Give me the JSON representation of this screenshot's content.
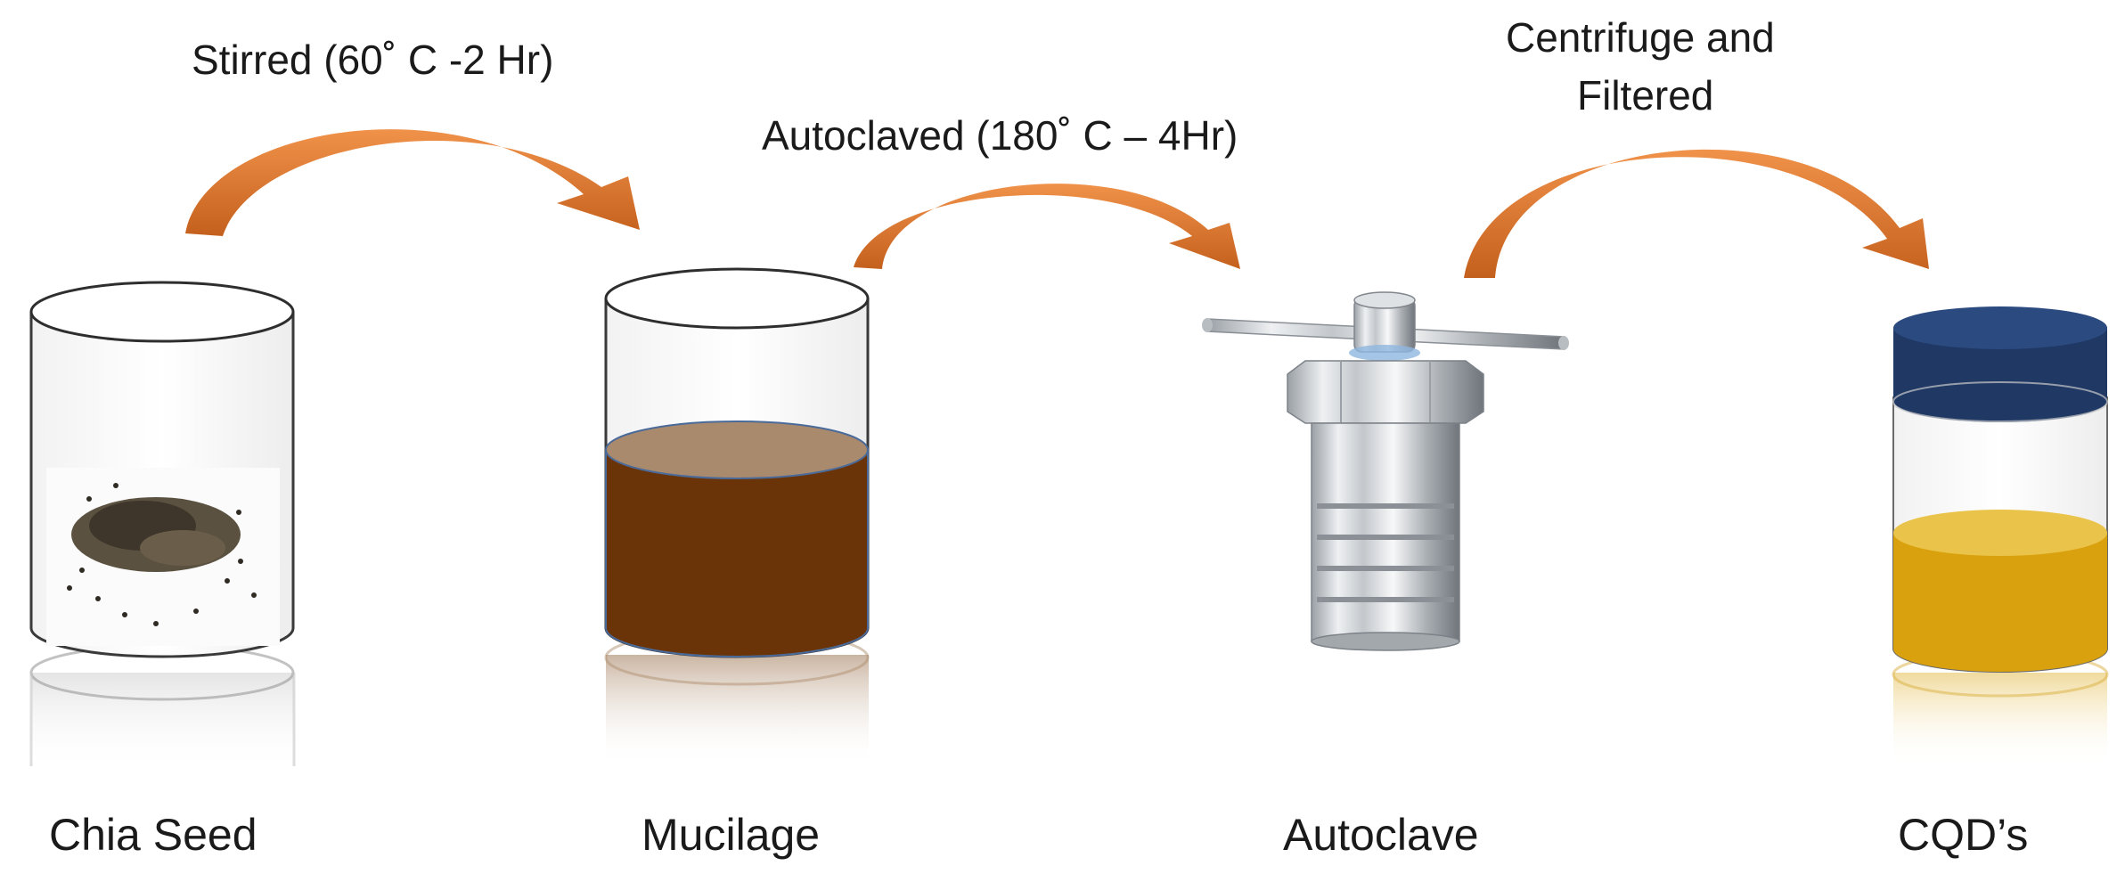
{
  "steps": [
    {
      "text": "Stirred (60˚ C -2 Hr)"
    },
    {
      "text": "Autoclaved (180˚ C – 4Hr)"
    },
    {
      "line1": "Centrifuge and",
      "line2": "Filtered"
    }
  ],
  "stages": [
    {
      "label": "Chia Seed",
      "icon": "beaker-with-chia-seeds"
    },
    {
      "label": "Mucilage",
      "icon": "beaker-with-brown-mucilage"
    },
    {
      "label": "Autoclave",
      "icon": "hydrothermal-autoclave-reactor"
    },
    {
      "label": "CQD’s",
      "icon": "capped-vial-with-yellow-solution"
    }
  ],
  "colors": {
    "arrow": "#d8702a",
    "mucilage": "#6b3408",
    "mucilage_surface": "#a98a6d",
    "cqd_solution": "#d9a10d",
    "vial_cap": "#1f3864",
    "outline": "#444444"
  }
}
